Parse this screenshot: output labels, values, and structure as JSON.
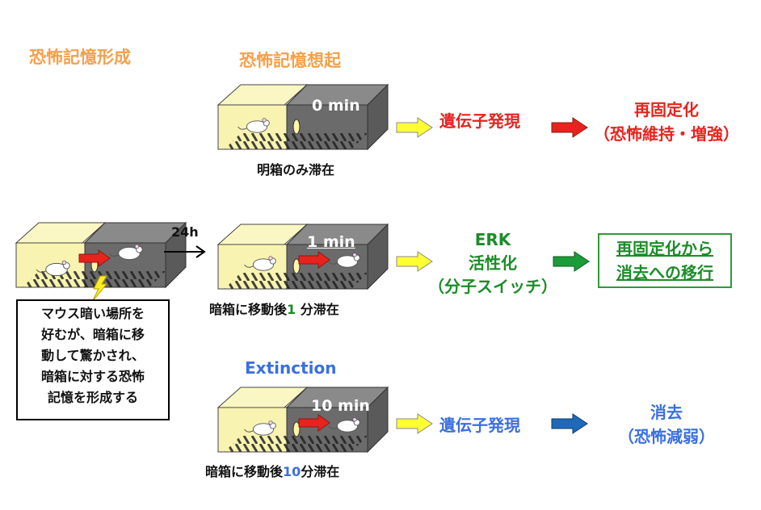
{
  "headings": {
    "formation": "恐怖記憶形成",
    "recall": "恐怖記憶想起"
  },
  "row1": {
    "time": "0 min",
    "caption": "明箱のみ滞在",
    "result1": "遺伝子発現",
    "outcome_line1": "再固定化",
    "outcome_line2": "（恐怖維持・増強）"
  },
  "row2": {
    "time": "1 min",
    "caption_prefix": "暗箱に移動後",
    "caption_num": "1",
    "caption_suffix": " 分滞在",
    "result_line1": "ERK",
    "result_line2": "活性化",
    "result_line3": "（分子スイッチ）",
    "outcome_line1": "再固定化から",
    "outcome_line2": "消去への移行"
  },
  "row3": {
    "label": "Extinction",
    "time": "10 min",
    "caption_prefix": "暗箱に移動後",
    "caption_num": "10",
    "caption_suffix": "分滞在",
    "result1": "遺伝子発現",
    "outcome_line1": "消去",
    "outcome_line2": "（恐怖減弱）"
  },
  "training": {
    "delay": "24h",
    "note_lines": [
      "マウス暗い場所を",
      "好むが、暗箱に移",
      "動して驚かされ、",
      "暗箱に対する恐怖",
      "記憶を形成する"
    ]
  },
  "colors": {
    "orange": "#f5a04a",
    "red": "#e8231e",
    "green": "#1c8c28",
    "blue": "#3a6fe0",
    "light_box": "#f8f3b0",
    "dark_box": "#6b6b6b",
    "yellow_arrow": "#ffff33"
  }
}
